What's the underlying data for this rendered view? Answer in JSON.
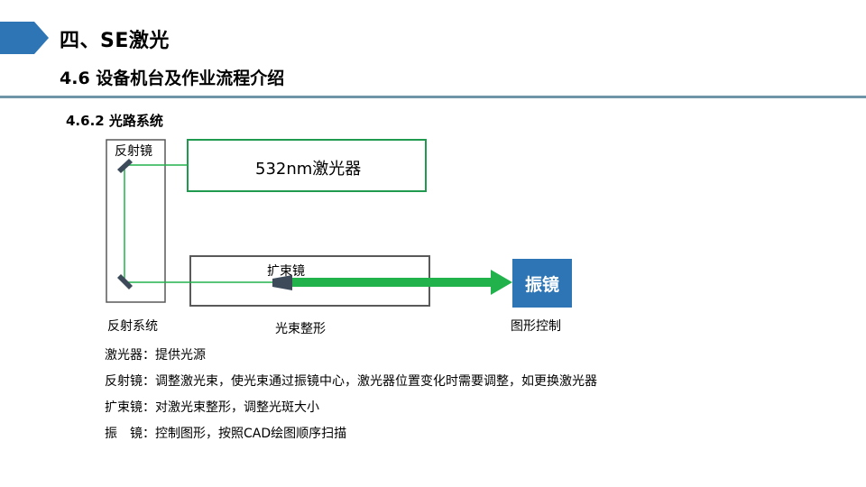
{
  "header": {
    "title": "四、SE激光",
    "subtitle": "4.6 设备机台及作业流程介绍",
    "section": "4.6.2 光路系统",
    "accent_color": "#2e75b6",
    "divider_color": "#6f95a8"
  },
  "diagram": {
    "mirror_label": "反射镜",
    "laser_label": "532nm激光器",
    "expander_label": "扩束镜",
    "galvo_label": "振镜",
    "reflection_system_label": "反射系统",
    "beam_shaping_label": "光束整形",
    "pattern_control_label": "图形控制",
    "beam_color": "#22b24c",
    "box_green_color": "#1f9a4f",
    "box_gray_color": "#595959",
    "galvo_color": "#2e75b6"
  },
  "notes": [
    "激光器：提供光源",
    "反射镜：调整激光束，使光束通过振镜中心，激光器位置变化时需要调整，如更换激光器",
    "扩束镜：对激光束整形，调整光斑大小",
    "振　镜：控制图形，按照CAD绘图顺序扫描"
  ]
}
